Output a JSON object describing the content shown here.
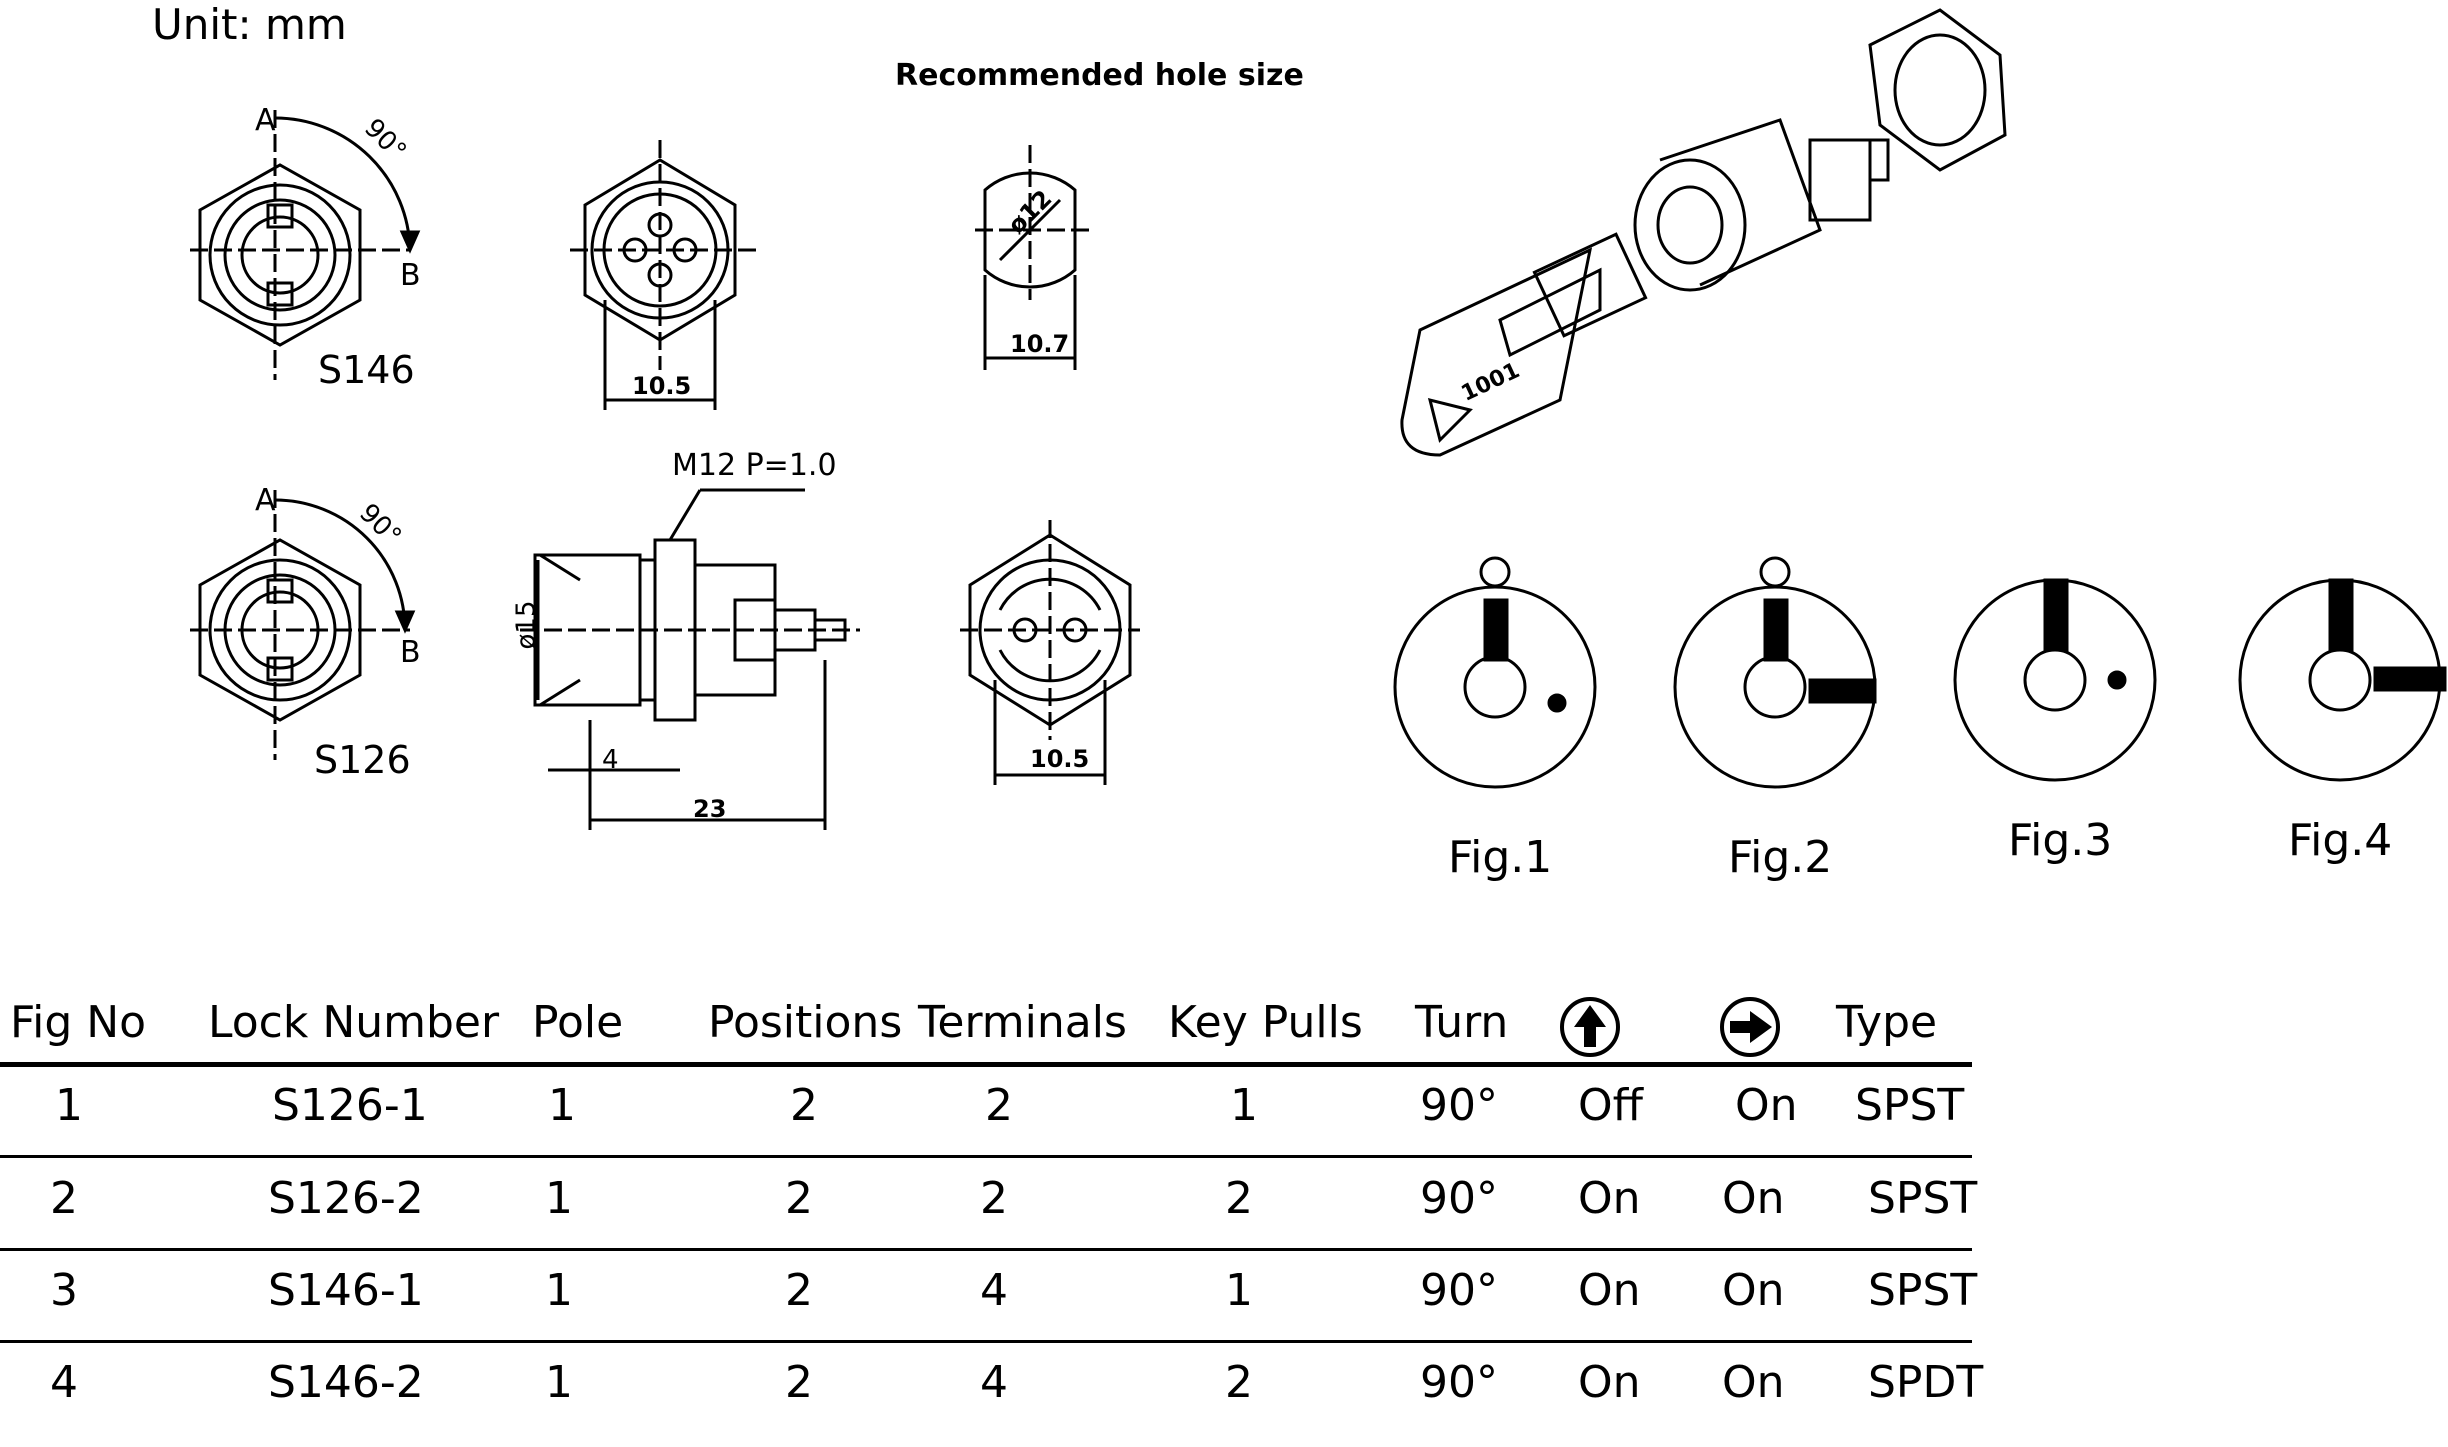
{
  "unit_label": "Unit:  mm",
  "recommended_label": "Recommended  hole  size",
  "drawings": {
    "s146": {
      "name": "S146",
      "a": "A",
      "b": "B",
      "angle": "90°"
    },
    "s126": {
      "name": "S126",
      "a": "A",
      "b": "B",
      "angle": "90°"
    },
    "dims": {
      "front_w": "10.5",
      "hole_dia": "ø12",
      "hole_w": "10.7",
      "thread": "M12  P=1.0",
      "dia15": "ø15",
      "len4": "4",
      "len23": "23",
      "rear_w": "10.5"
    },
    "key_number": "1001"
  },
  "figures": [
    {
      "label": "Fig.1"
    },
    {
      "label": "Fig.2"
    },
    {
      "label": "Fig.3"
    },
    {
      "label": "Fig.4"
    }
  ],
  "table": {
    "headers": [
      "Fig  No",
      "Lock  Number",
      "Pole",
      "Positions",
      "Terminals",
      "Key  Pulls",
      "Turn",
      "",
      "",
      "Type"
    ],
    "header_icons": [
      "arrow-up-circle-icon",
      "arrow-right-circle-icon"
    ],
    "rows": [
      [
        "1",
        "S126-1",
        "1",
        "2",
        "2",
        "1",
        "90°",
        "Off",
        "On",
        "SPST"
      ],
      [
        "2",
        "S126-2",
        "1",
        "2",
        "2",
        "2",
        "90°",
        "On",
        "On",
        "SPST"
      ],
      [
        "3",
        "S146-1",
        "1",
        "2",
        "4",
        "1",
        "90°",
        "On",
        "On",
        "SPST"
      ],
      [
        "4",
        "S146-2",
        "1",
        "2",
        "4",
        "2",
        "90°",
        "On",
        "On",
        "SPDT"
      ]
    ]
  }
}
